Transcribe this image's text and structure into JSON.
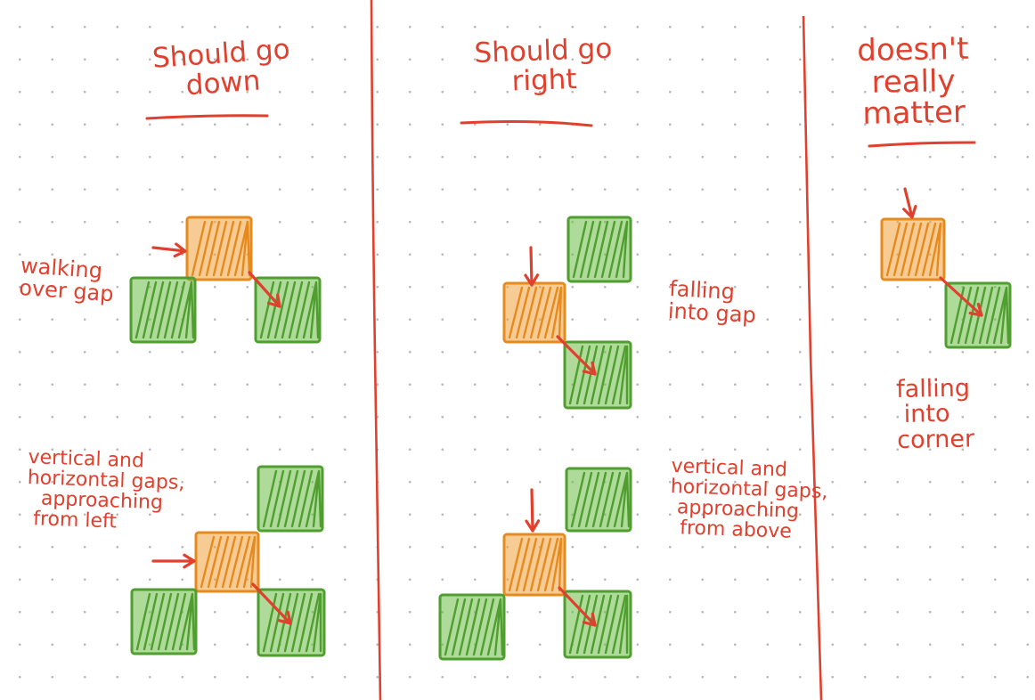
{
  "colors": {
    "ink": "#e0402e",
    "orange_fill": "#f0a23c",
    "orange_stroke": "#e68a1e",
    "green_fill": "#6cbd45",
    "green_stroke": "#4f9e2f"
  },
  "panels": [
    {
      "heading": [
        "Should go",
        "down"
      ],
      "examples": [
        {
          "label": [
            "walking",
            "over gap"
          ]
        },
        {
          "label": [
            "vertical and",
            "horizontal gaps,",
            "approaching",
            "from left"
          ]
        }
      ]
    },
    {
      "heading": [
        "Should go",
        "right"
      ],
      "examples": [
        {
          "label": [
            "falling",
            "into gap"
          ]
        },
        {
          "label": [
            "vertical and",
            "horizontal gaps,",
            "approaching",
            "from above"
          ]
        }
      ]
    },
    {
      "heading": [
        "doesn't",
        "really",
        "matter"
      ],
      "examples": [
        {
          "label": [
            "falling",
            "into",
            "corner"
          ]
        }
      ]
    }
  ]
}
